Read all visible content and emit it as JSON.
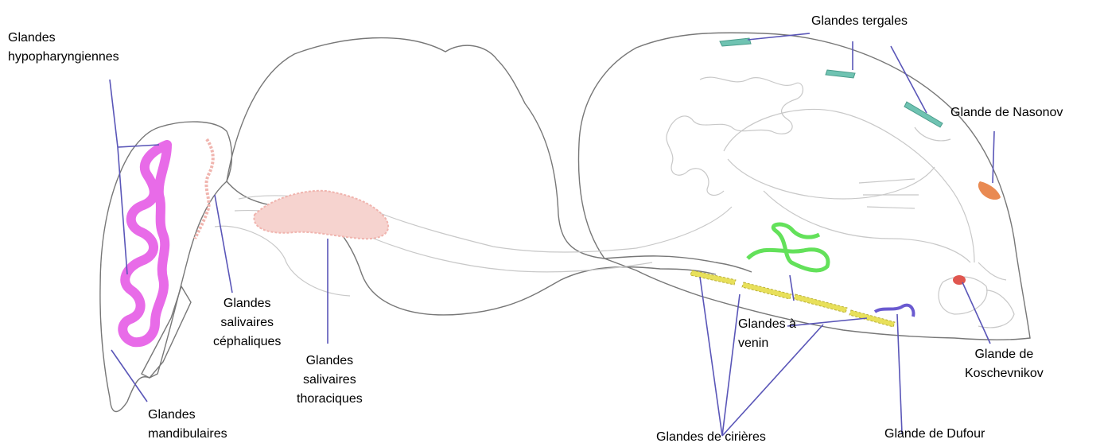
{
  "labels": {
    "hypopharyngeal": [
      "Glandes",
      "hypopharyngiennes"
    ],
    "mandibular": [
      "Glandes",
      "mandibulaires"
    ],
    "cephalic_salivary": [
      "Glandes",
      "salivaires",
      "céphaliques"
    ],
    "thoracic_salivary": [
      "Glandes",
      "salivaires",
      "thoraciques"
    ],
    "tergal": [
      "Glandes tergales"
    ],
    "nasonov": [
      "Glande de Nasonov"
    ],
    "venom": [
      "Glandes à",
      "venin"
    ],
    "koschevnikov": [
      "Glande de",
      "Koschevnikov"
    ],
    "wax": [
      "Glandes de cirières"
    ],
    "dufour": [
      "Glande de Dufour"
    ]
  },
  "colors": {
    "leader_line": "#5a56b8",
    "outline": "#777777",
    "inner_organs": "#c8c8c8",
    "hypopharyngeal_gland": "#e86be8",
    "salivary_glands": "#f0b4ae",
    "tergal_glands": "#6fc3b2",
    "nasonov_gland": "#e98a52",
    "venom_gland": "#63e15a",
    "koschevnikov_gland": "#e0564f",
    "wax_glands": "#e8e05a",
    "dufour_gland": "#6a5ad0"
  }
}
